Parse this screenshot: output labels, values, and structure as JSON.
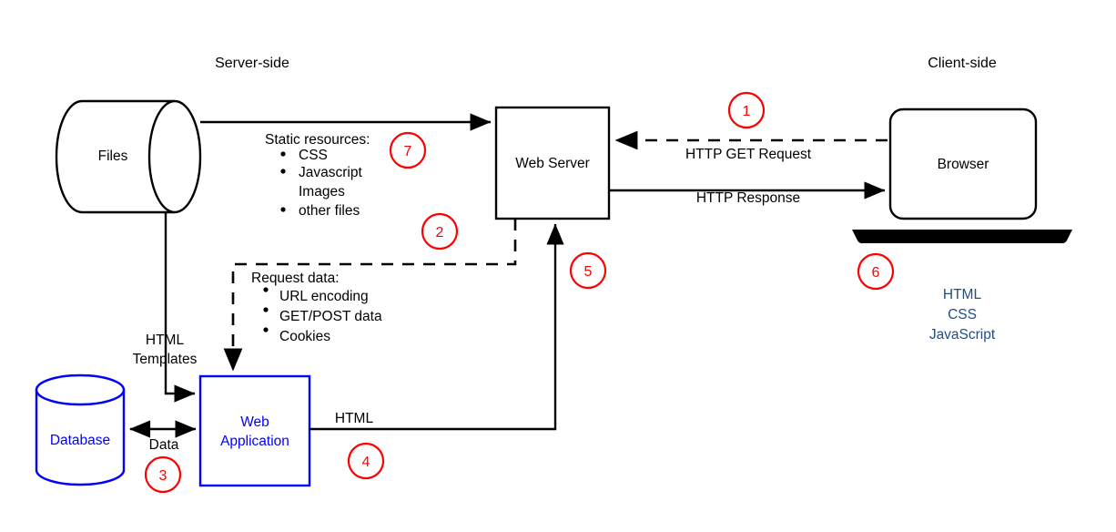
{
  "diagram": {
    "title_server": "Server-side",
    "title_client": "Client-side",
    "nodes": {
      "files": "Files",
      "web_server": "Web Server",
      "browser": "Browser",
      "database": "Database",
      "web_application_line1": "Web",
      "web_application_line2": "Application"
    },
    "annotations": {
      "static_resources_heading": "Static resources:",
      "static_resources_items": [
        "CSS",
        "Javascript",
        "Images",
        "other files"
      ],
      "request_data_heading": "Request data:",
      "request_data_items": [
        "URL encoding",
        "GET/POST data",
        "Cookies"
      ],
      "client_technologies": [
        "HTML",
        "CSS",
        "JavaScript"
      ]
    },
    "edge_labels": {
      "http_get_request": "HTTP GET Request",
      "http_response": "HTTP Response",
      "html_templates_line1": "HTML",
      "html_templates_line2": "Templates",
      "data": "Data",
      "html": "HTML"
    },
    "step_markers": [
      {
        "id": "1",
        "label": "1"
      },
      {
        "id": "2",
        "label": "2"
      },
      {
        "id": "3",
        "label": "3"
      },
      {
        "id": "4",
        "label": "4"
      },
      {
        "id": "5",
        "label": "5"
      },
      {
        "id": "6",
        "label": "6"
      },
      {
        "id": "7",
        "label": "7"
      }
    ],
    "colors": {
      "stroke_black": "#000000",
      "accent_blue": "#0000ff",
      "marker_red": "#ff0000",
      "client_tech_blue": "#1f4e8c",
      "background": "#ffffff"
    }
  }
}
